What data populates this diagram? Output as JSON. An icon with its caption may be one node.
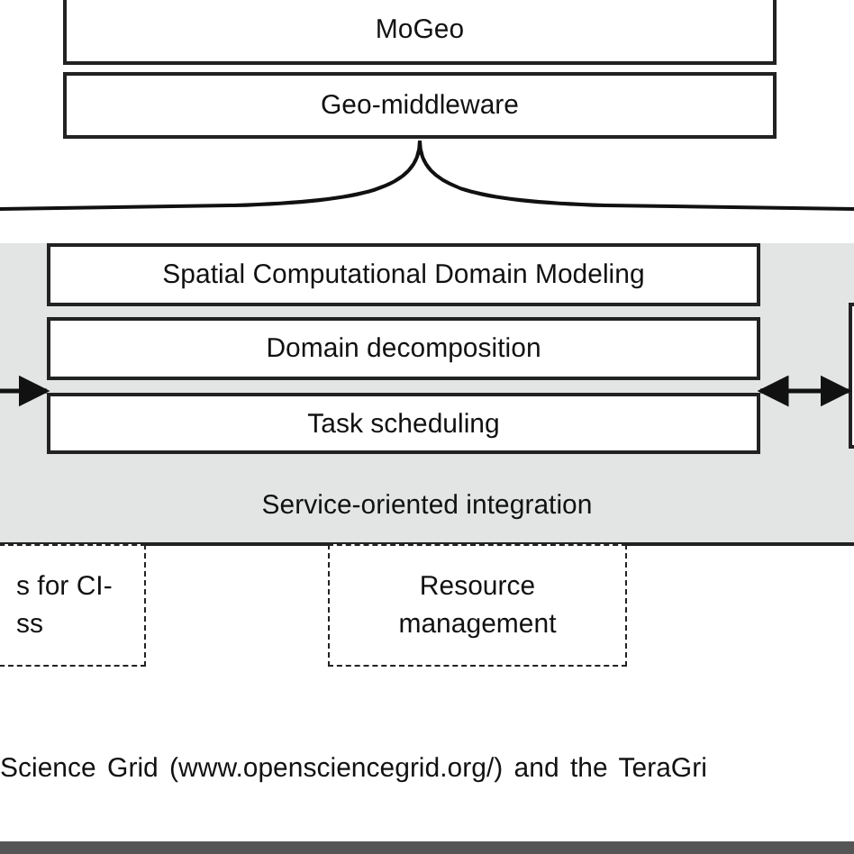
{
  "diagram": {
    "nodes": [
      {
        "text": [
          "MoGeo"
        ]
      },
      {
        "text": [
          "Geo-middleware"
        ]
      },
      {
        "text": [
          "Service-oriented integration"
        ]
      },
      {
        "text": [
          "Spatial Computational Domain Modeling"
        ],
        "in": 2
      },
      {
        "text": [
          "Domain decomposition"
        ],
        "in": 2
      },
      {
        "text": [
          "Task scheduling"
        ],
        "in": 2
      },
      {
        "text": [
          "s for CI- ss"
        ]
      },
      {
        "text": [
          "Resource management"
        ]
      },
      {
        "text": [],
        "shape": "box"
      }
    ],
    "edges": [
      {
        "from": null,
        "to": 5,
        "arrow": "to"
      },
      {
        "from": 5,
        "to": 8,
        "arrow": "both"
      }
    ],
    "labels": [
      "Science Grid (www.opensciencegrid.org/) and the TeraGri"
    ]
  }
}
